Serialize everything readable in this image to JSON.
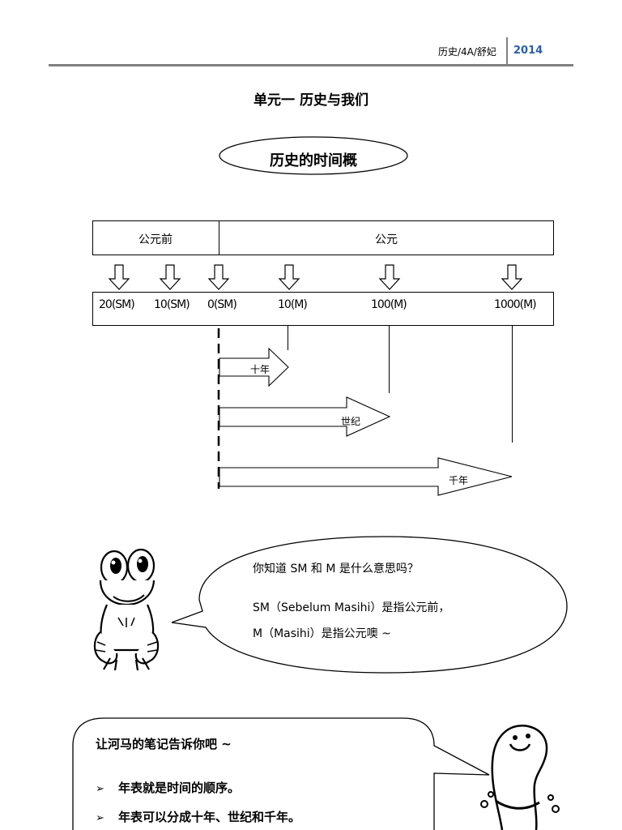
{
  "header": {
    "label": "历史/4A/舒妃",
    "year": "2014"
  },
  "unit_title": "单元一  历史与我们",
  "oval_title": "历史的时间概",
  "timeline": {
    "era_bce": "公元前",
    "era_ce": "公元",
    "ticks": [
      "20(SM)",
      "10(SM)",
      "0(SM)",
      "10(M)",
      "100(M)",
      "1000(M)"
    ],
    "spans": [
      "十年",
      "世纪",
      "千年"
    ]
  },
  "bubble": {
    "question": "你知道 SM 和 M 是什么意思吗？",
    "line1": "SM（Sebelum Masihi）是指公元前，",
    "line2": "M（Masihi）是指公元噢 ~"
  },
  "note": {
    "title": "让河马的笔记告诉你吧 ~",
    "bullet_symbol": "➢",
    "items": [
      "年表就是时间的顺序。",
      "年表可以分成十年、世纪和千年。"
    ]
  },
  "icons": {
    "frog": "frog-cartoon-icon",
    "hippo": "hippo-cartoon-icon",
    "down_arrow": "down-arrow-icon"
  }
}
